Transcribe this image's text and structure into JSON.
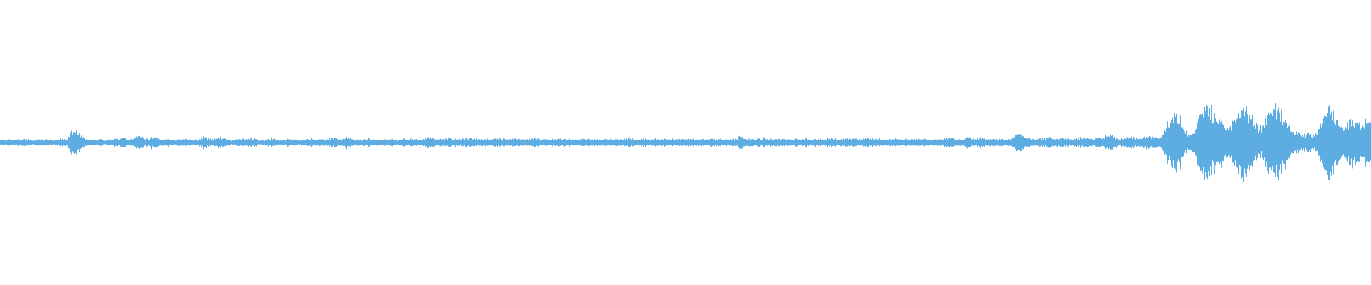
{
  "waveform": {
    "color": "#5DADE2",
    "background": "#FFFFFF",
    "amplitude_envelope": [
      0.05,
      0.04,
      0.05,
      0.04,
      0.05,
      0.06,
      0.05,
      0.04,
      0.05,
      0.04,
      0.05,
      0.04,
      0.05,
      0.06,
      0.05,
      0.18,
      0.22,
      0.12,
      0.06,
      0.05,
      0.04,
      0.05,
      0.04,
      0.05,
      0.06,
      0.05,
      0.08,
      0.06,
      0.05,
      0.1,
      0.08,
      0.06,
      0.09,
      0.07,
      0.05,
      0.06,
      0.05,
      0.04,
      0.05,
      0.06,
      0.05,
      0.04,
      0.05,
      0.1,
      0.06,
      0.05,
      0.09,
      0.07,
      0.05,
      0.04,
      0.05,
      0.06,
      0.05,
      0.07,
      0.05,
      0.04,
      0.05,
      0.06,
      0.05,
      0.04,
      0.05,
      0.06,
      0.05,
      0.04,
      0.05,
      0.06,
      0.07,
      0.05,
      0.06,
      0.05,
      0.08,
      0.06,
      0.05,
      0.09,
      0.06,
      0.05,
      0.04,
      0.05,
      0.06,
      0.05,
      0.04,
      0.05,
      0.06,
      0.05,
      0.04,
      0.06,
      0.05,
      0.07,
      0.06,
      0.05,
      0.08,
      0.07,
      0.06,
      0.05,
      0.06,
      0.07,
      0.06,
      0.05,
      0.06,
      0.07,
      0.06,
      0.05,
      0.06,
      0.05,
      0.06,
      0.07,
      0.06,
      0.05,
      0.06,
      0.05,
      0.06,
      0.05,
      0.06,
      0.07,
      0.06,
      0.05,
      0.06,
      0.05,
      0.06,
      0.05,
      0.06,
      0.05,
      0.06,
      0.05,
      0.06,
      0.05,
      0.06,
      0.05,
      0.06,
      0.05,
      0.06,
      0.05,
      0.06,
      0.07,
      0.06,
      0.05,
      0.06,
      0.05,
      0.06,
      0.05,
      0.06,
      0.05,
      0.06,
      0.05,
      0.06,
      0.05,
      0.06,
      0.05,
      0.06,
      0.05,
      0.06,
      0.05,
      0.06,
      0.05,
      0.06,
      0.05,
      0.1,
      0.07,
      0.06,
      0.05,
      0.06,
      0.07,
      0.06,
      0.05,
      0.06,
      0.07,
      0.06,
      0.05,
      0.06,
      0.05,
      0.06,
      0.05,
      0.06,
      0.05,
      0.06,
      0.07,
      0.06,
      0.05,
      0.06,
      0.07,
      0.06,
      0.05,
      0.06,
      0.07,
      0.08,
      0.06,
      0.05,
      0.06,
      0.05,
      0.06,
      0.05,
      0.06,
      0.05,
      0.06,
      0.05,
      0.06,
      0.05,
      0.06,
      0.05,
      0.06,
      0.08,
      0.06,
      0.05,
      0.06,
      0.09,
      0.07,
      0.06,
      0.09,
      0.07,
      0.06,
      0.05,
      0.06,
      0.05,
      0.06,
      0.12,
      0.14,
      0.1,
      0.08,
      0.06,
      0.07,
      0.06,
      0.08,
      0.07,
      0.06,
      0.07,
      0.06,
      0.07,
      0.06,
      0.08,
      0.07,
      0.06,
      0.07,
      0.08,
      0.1,
      0.13,
      0.08,
      0.06,
      0.07,
      0.1,
      0.08,
      0.07,
      0.08,
      0.09,
      0.1,
      0.09,
      0.08,
      0.3,
      0.4,
      0.42,
      0.38,
      0.18,
      0.12,
      0.25,
      0.4,
      0.55,
      0.52,
      0.45,
      0.38,
      0.3,
      0.22,
      0.35,
      0.48,
      0.55,
      0.5,
      0.42,
      0.3,
      0.2,
      0.38,
      0.52,
      0.54,
      0.48,
      0.36,
      0.24,
      0.18,
      0.14,
      0.12,
      0.16,
      0.1,
      0.2,
      0.45,
      0.52,
      0.48,
      0.4,
      0.28,
      0.32,
      0.36,
      0.3,
      0.26,
      0.32,
      0.28
    ]
  }
}
